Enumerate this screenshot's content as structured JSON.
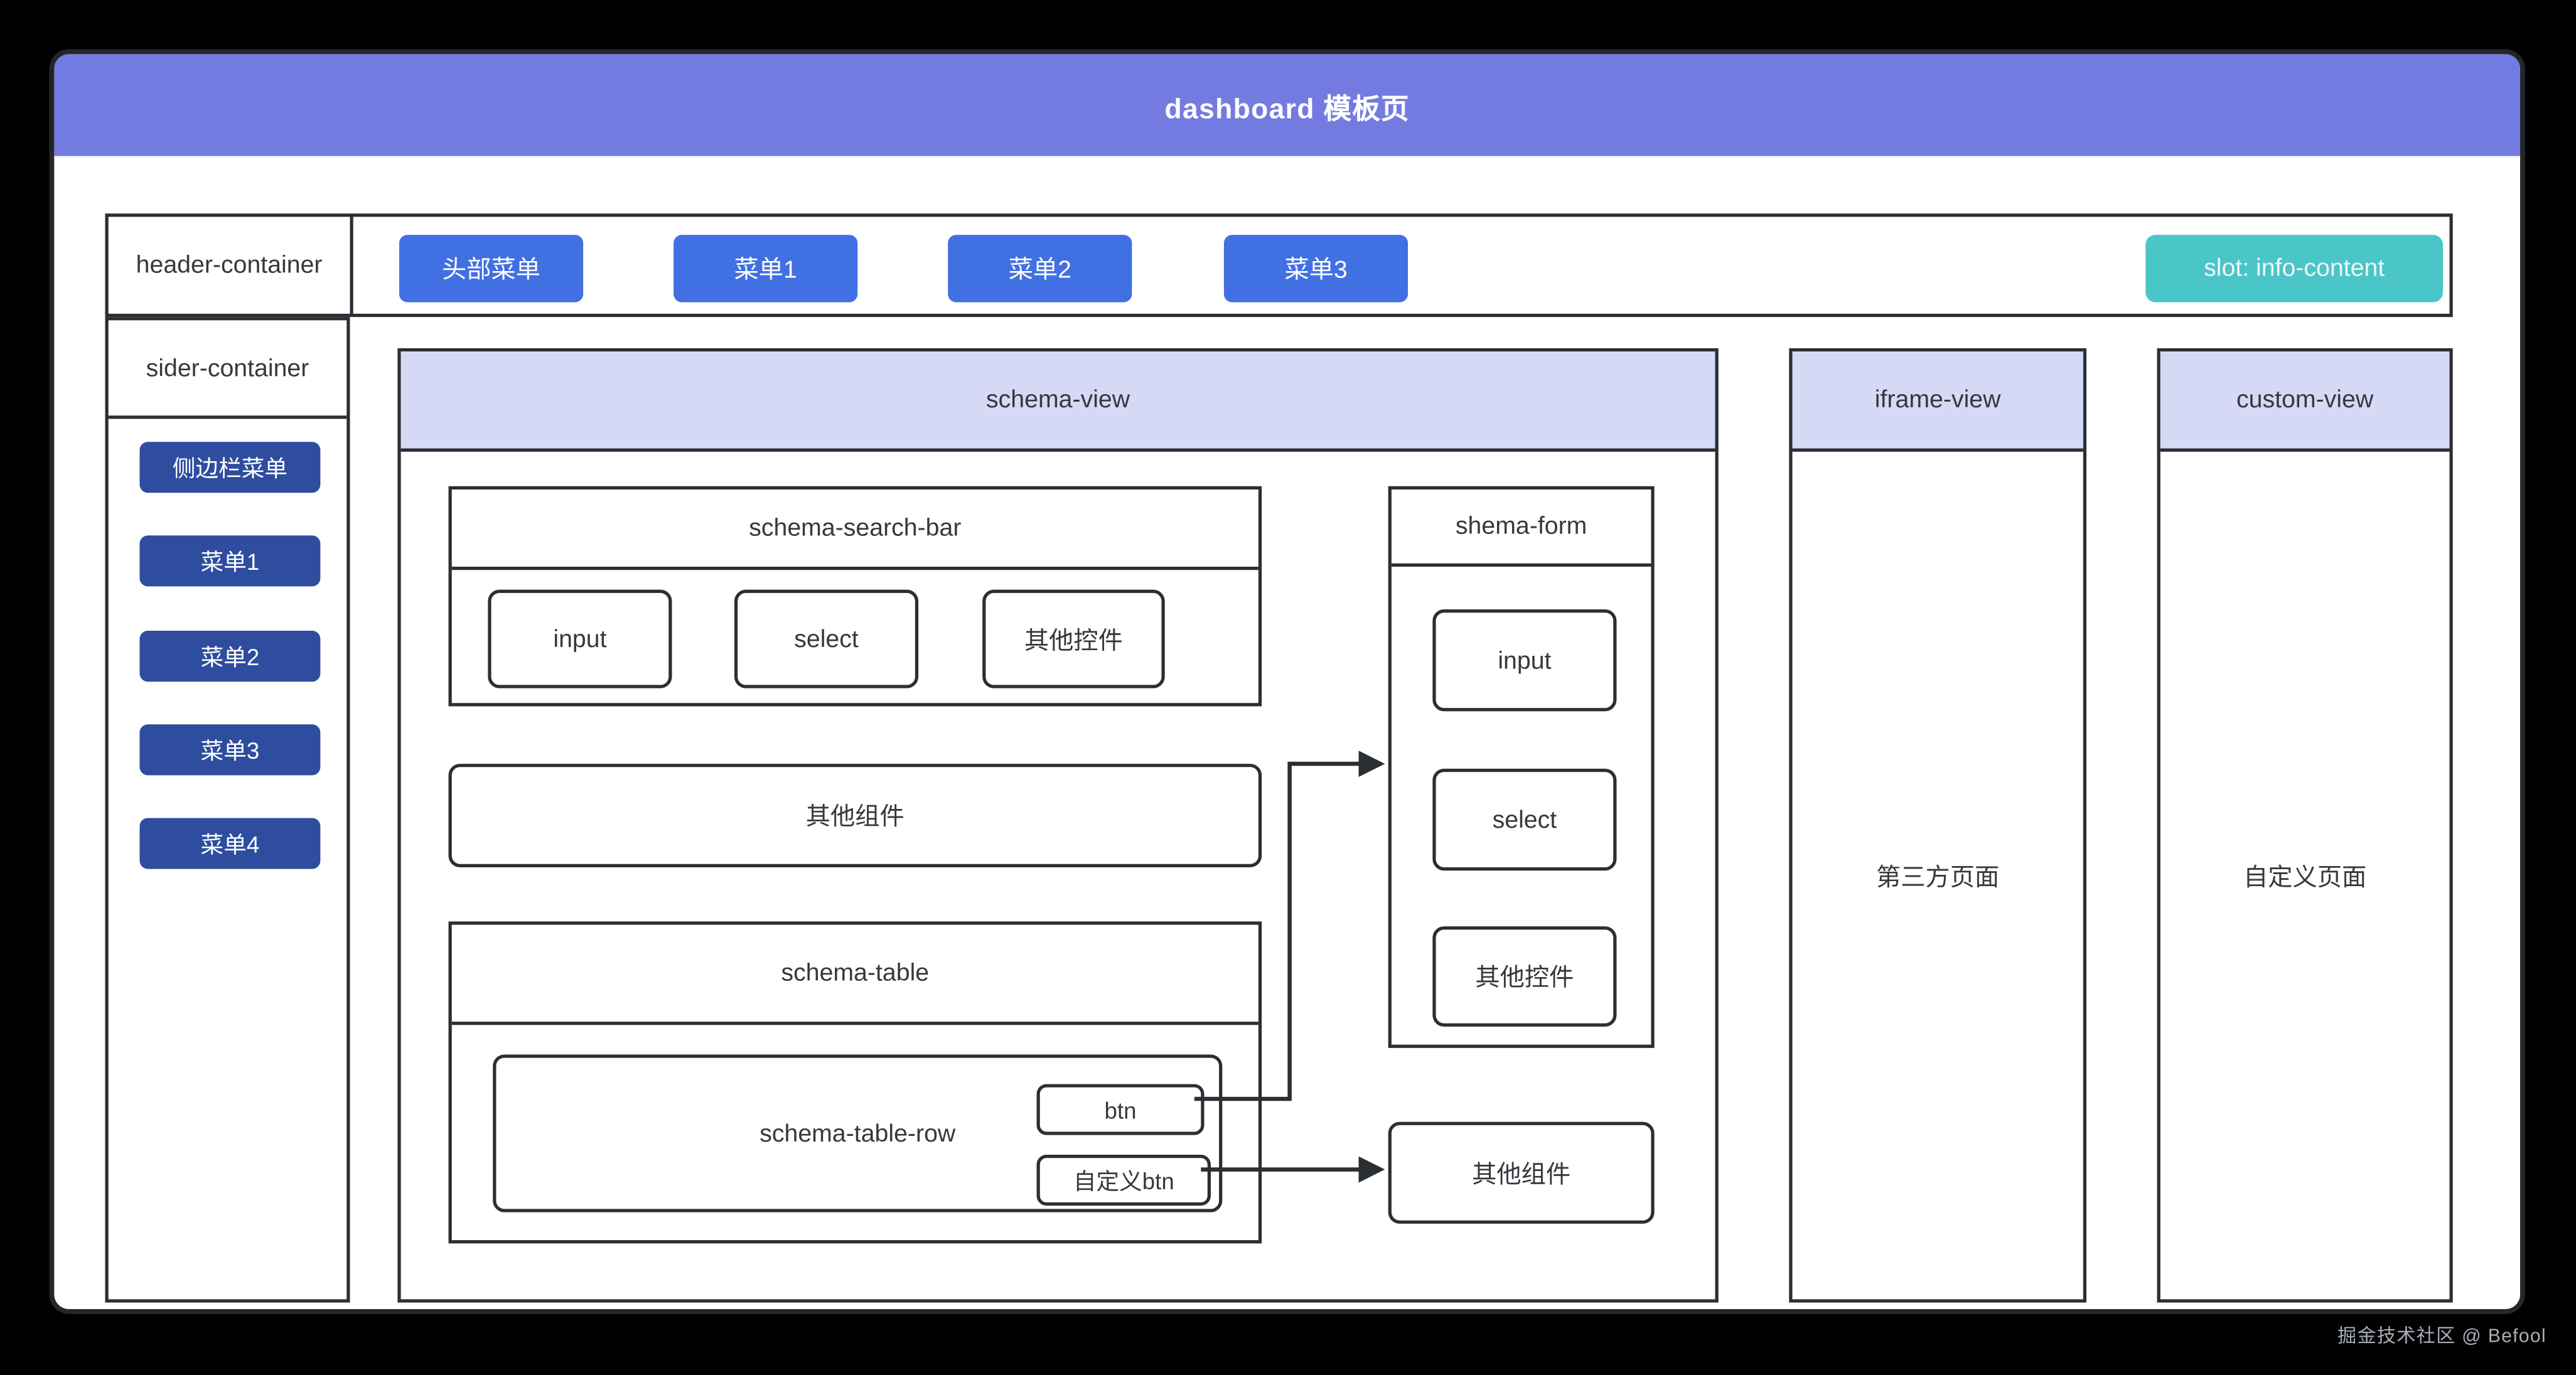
{
  "title": "dashboard 模板页",
  "header": {
    "label": "header-container",
    "menus": [
      "头部菜单",
      "菜单1",
      "菜单2",
      "菜单3"
    ],
    "slot": "slot: info-content"
  },
  "sider": {
    "label": "sider-container",
    "menus": [
      "侧边栏菜单",
      "菜单1",
      "菜单2",
      "菜单3",
      "菜单4"
    ]
  },
  "schema_view": {
    "title": "schema-view",
    "search_bar": {
      "title": "schema-search-bar",
      "items": [
        "input",
        "select",
        "其他控件"
      ]
    },
    "other_component": "其他组件",
    "table": {
      "title": "schema-table",
      "row_label": "schema-table-row",
      "buttons": [
        "btn",
        "自定义btn"
      ]
    },
    "form": {
      "title": "shema-form",
      "items": [
        "input",
        "select",
        "其他控件"
      ]
    },
    "other_component_right": "其他组件"
  },
  "iframe_view": {
    "title": "iframe-view",
    "content": "第三方页面"
  },
  "custom_view": {
    "title": "custom-view",
    "content": "自定义页面"
  },
  "watermark": "掘金技术社区 @ Befool",
  "colors": {
    "banner": "#747BE0",
    "header_btn": "#4170E2",
    "slot": "#4AC6C9",
    "sider_btn": "#2E4D9F",
    "panel_header": "#D5D9F6",
    "border": "#2B2E33",
    "page_bg": "#FFFFFF",
    "outer_bg": "#000000",
    "text": "#35383D",
    "watermark": "#A9AEB5"
  }
}
